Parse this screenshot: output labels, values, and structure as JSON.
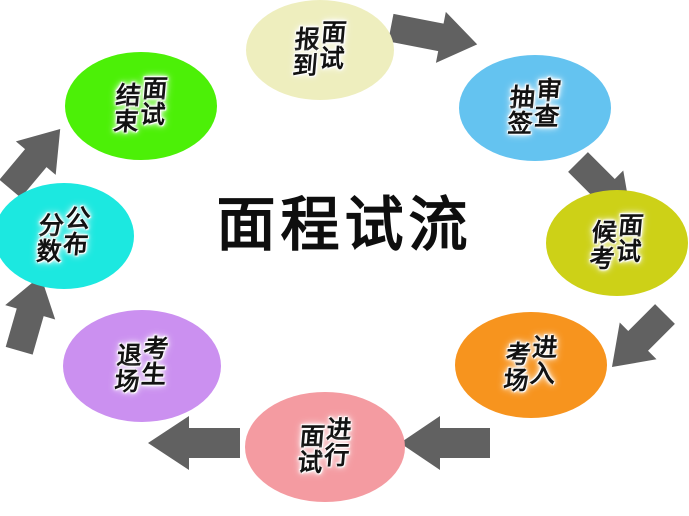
{
  "diagram": {
    "title": "面程试流",
    "type": "circular-process-flow",
    "background_color": "#ffffff",
    "arrow_color": "#616161",
    "node_count": 8,
    "arrow_count": 7,
    "nodes": [
      {
        "id": "node-1",
        "label": "面试报到",
        "chars_top": "面试",
        "chars_bottom": "报到",
        "color": "#eeeebe",
        "position": "top",
        "order": 1
      },
      {
        "id": "node-2",
        "label": "审查抽签",
        "chars_top": "审查",
        "chars_bottom": "抽签",
        "color": "#64c3f0",
        "position": "top-right",
        "order": 2
      },
      {
        "id": "node-3",
        "label": "面试候考",
        "chars_top": "面试",
        "chars_bottom": "候考",
        "color": "#cdd117",
        "position": "right",
        "order": 3
      },
      {
        "id": "node-4",
        "label": "进入考场",
        "chars_top": "进入",
        "chars_bottom": "考场",
        "color": "#f7941e",
        "position": "bottom-right",
        "order": 4
      },
      {
        "id": "node-5",
        "label": "进行面试",
        "chars_top": "进行",
        "chars_bottom": "面试",
        "color": "#f49ba1",
        "position": "bottom",
        "order": 5
      },
      {
        "id": "node-6",
        "label": "考生退场",
        "chars_top": "考生",
        "chars_bottom": "退场",
        "color": "#cb90f0",
        "position": "bottom-left",
        "order": 6
      },
      {
        "id": "node-7",
        "label": "公布分数",
        "chars_top": "公布",
        "chars_bottom": "分数",
        "color": "#1ce8e0",
        "position": "left",
        "order": 7
      },
      {
        "id": "node-8",
        "label": "面试结束",
        "chars_top": "面试",
        "chars_bottom": "结束",
        "color": "#4cf007",
        "position": "top-left",
        "order": 8
      }
    ],
    "arrows": [
      {
        "id": "arrow-1",
        "from": "node-1",
        "to": "node-2",
        "direction": "right-down"
      },
      {
        "id": "arrow-2",
        "from": "node-2",
        "to": "node-3",
        "direction": "down-right"
      },
      {
        "id": "arrow-3",
        "from": "node-3",
        "to": "node-4",
        "direction": "down-left"
      },
      {
        "id": "arrow-4",
        "from": "node-4",
        "to": "node-5",
        "direction": "left"
      },
      {
        "id": "arrow-5",
        "from": "node-5",
        "to": "node-6",
        "direction": "left"
      },
      {
        "id": "arrow-6",
        "from": "node-6",
        "to": "node-7",
        "direction": "up-right"
      },
      {
        "id": "arrow-7",
        "from": "node-7",
        "to": "node-8",
        "direction": "up-right"
      }
    ]
  }
}
